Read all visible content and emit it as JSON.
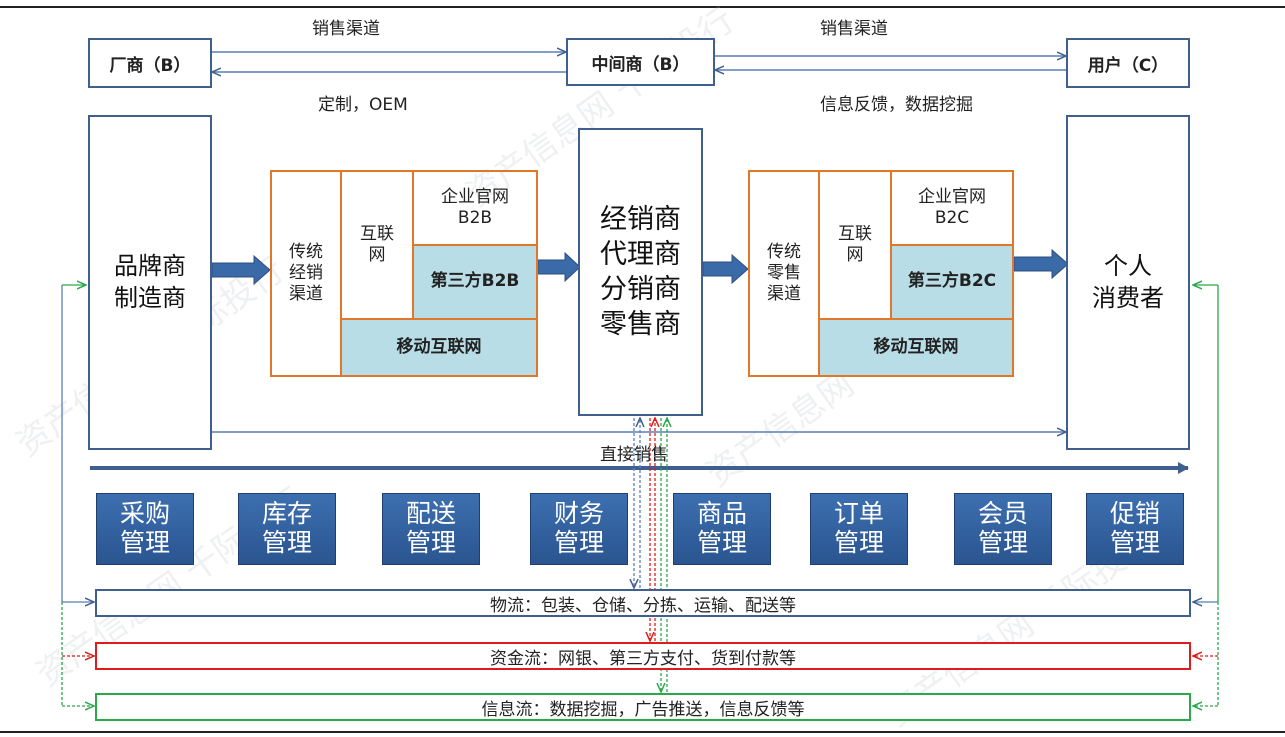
{
  "top": {
    "vendor": "厂商（B）",
    "middleman": "中间商（B）",
    "user": "用户（C）",
    "left_label_top": "销售渠道",
    "left_label_bottom": "定制，OEM",
    "right_label_top": "销售渠道",
    "right_label_bottom": "信息反馈，数据挖掘"
  },
  "main": {
    "brand": "品牌商\n制造商",
    "center": "经销商\n代理商\n分销商\n零售商",
    "consumer": "个人\n消费者",
    "direct_sales": "直接销售"
  },
  "b2b": {
    "traditional": "传统\n经销\n渠道",
    "internet": "互联\n网",
    "official": "企业官网\nB2B",
    "third_party": "第三方B2B",
    "mobile": "移动互联网"
  },
  "b2c": {
    "traditional": "传统\n零售\n渠道",
    "internet": "互联\n网",
    "official": "企业官网\nB2C",
    "third_party": "第三方B2C",
    "mobile": "移动互联网"
  },
  "management": [
    "采购\n管理",
    "库存\n管理",
    "配送\n管理",
    "财务\n管理",
    "商品\n管理",
    "订单\n管理",
    "会员\n管理",
    "促销\n管理"
  ],
  "flows": {
    "logistics": "物流：包装、仓储、分拣、运输、配送等",
    "capital": "资金流：网银、第三方支付、货到付款等",
    "information": "信息流：数据挖掘，广告推送，信息反馈等"
  },
  "watermark": "资产信息网 千际投行",
  "colors": {
    "blue": "#3f5f8e",
    "orange": "#e0782a",
    "cyan": "#b8dde6",
    "red": "#e01b1b",
    "green": "#2aa84a"
  }
}
